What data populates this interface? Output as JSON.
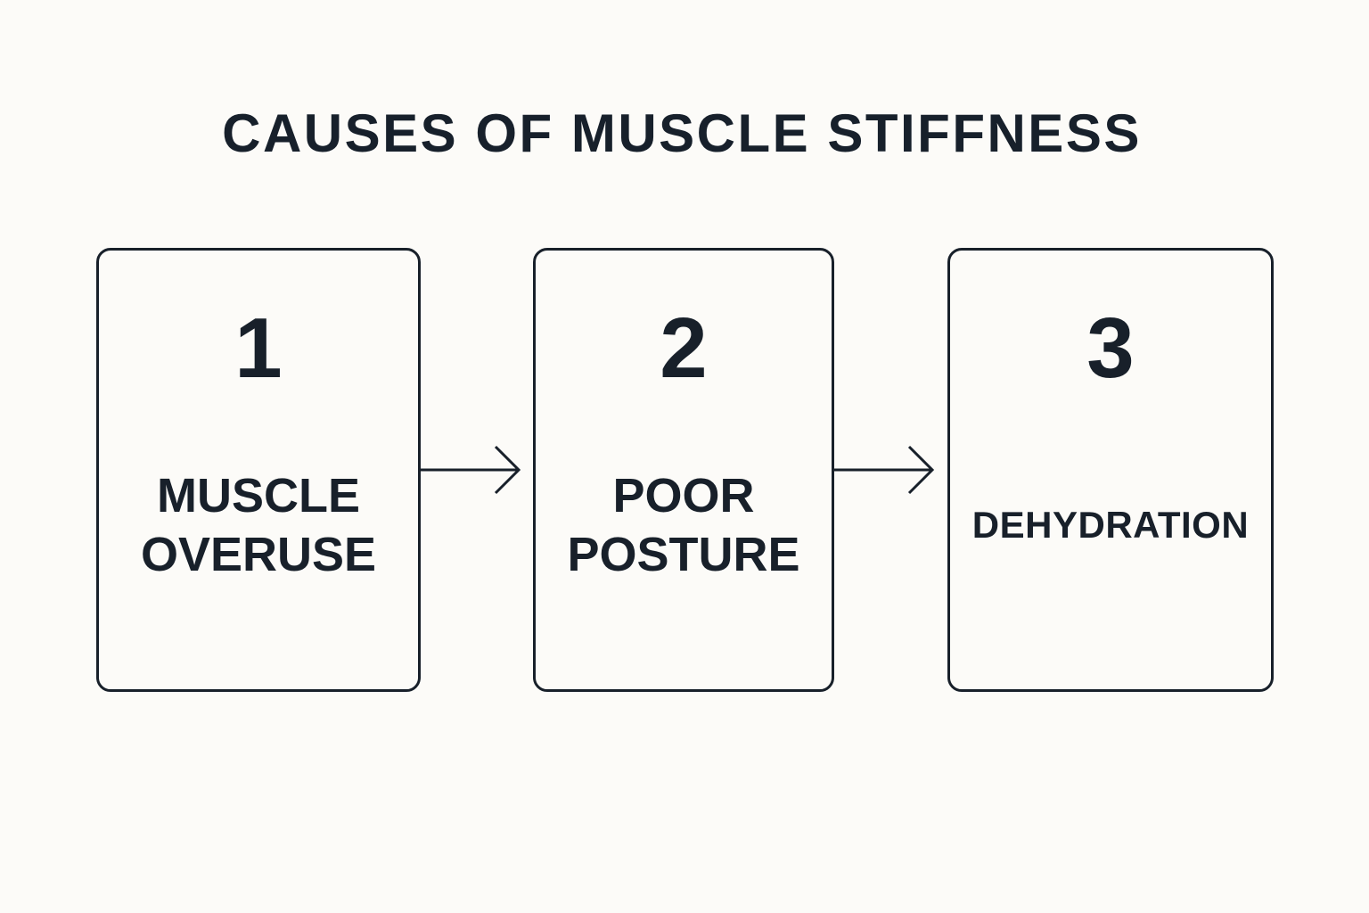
{
  "diagram": {
    "title": "CAUSES OF MUSCLE STIFFNESS",
    "steps": [
      {
        "number": "1",
        "label": "MUSCLE\nOVERUSE"
      },
      {
        "number": "2",
        "label": "POOR\nPOSTURE"
      },
      {
        "number": "3",
        "label": "DEHYDRATION"
      }
    ],
    "colors": {
      "background": "#fcfbf8",
      "ink": "#18202a"
    }
  }
}
